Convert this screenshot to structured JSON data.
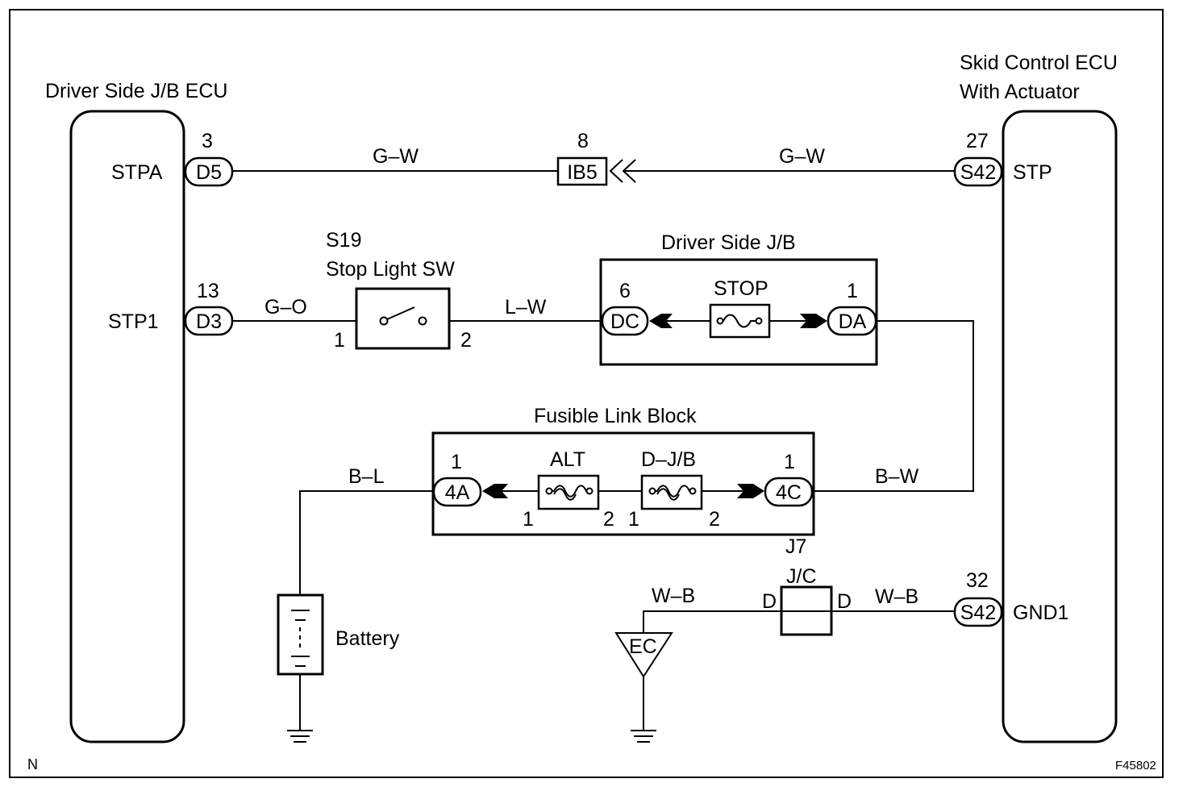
{
  "page": {
    "left_ecu_title": "Driver Side J/B ECU",
    "right_ecu_title_line1": "Skid Control ECU",
    "right_ecu_title_line2": "With Actuator",
    "corner_left": "N",
    "corner_right": "F45802"
  },
  "left_ecu": {
    "terminals": [
      {
        "name": "STPA",
        "connector": "D5",
        "pin": "3"
      },
      {
        "name": "STP1",
        "connector": "D3",
        "pin": "13"
      }
    ]
  },
  "right_ecu": {
    "terminals": [
      {
        "name": "STP",
        "connector": "S42",
        "pin": "27"
      },
      {
        "name": "GND1",
        "connector": "S42",
        "pin": "32"
      }
    ]
  },
  "wires": {
    "stpa_left": "G–W",
    "stpa_right": "G–W",
    "stp1_to_switch": "G–O",
    "switch_to_jb": "L–W",
    "jb_to_fusible": "B–W",
    "battery_feed": "B–L",
    "ground_left": "W–B",
    "ground_right": "W–B"
  },
  "ib5": {
    "connector": "IB5",
    "pin": "8"
  },
  "stop_light_switch": {
    "code": "S19",
    "name": "Stop Light SW",
    "pin_left": "1",
    "pin_right": "2"
  },
  "driver_jb": {
    "title": "Driver Side J/B",
    "fuse": "STOP",
    "conn_left": "DC",
    "pin_left": "6",
    "conn_right": "DA",
    "pin_right": "1"
  },
  "fusible_link_block": {
    "title": "Fusible Link Block",
    "conn_left": "4A",
    "pin_left": "1",
    "conn_right": "4C",
    "pin_right": "1",
    "fuse1": {
      "name": "ALT",
      "pin_a": "1",
      "pin_b": "2"
    },
    "fuse2": {
      "name": "D–J/B",
      "pin_a": "1",
      "pin_b": "2"
    }
  },
  "battery": {
    "label": "Battery"
  },
  "junction": {
    "code": "J7",
    "name": "J/C",
    "pin_left": "D",
    "pin_right": "D"
  },
  "ground_point": {
    "label": "EC"
  }
}
